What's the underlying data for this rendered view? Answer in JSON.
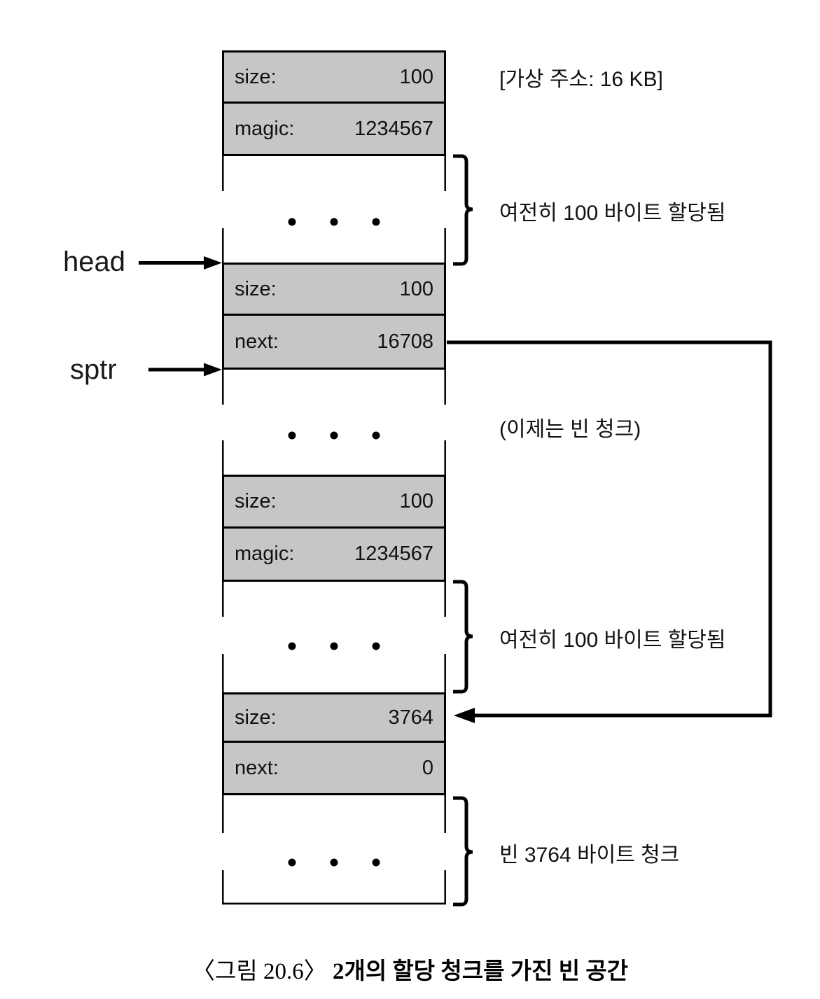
{
  "pointers": {
    "head_label": "head",
    "sptr_label": "sptr"
  },
  "memory_blocks": {
    "rows": [
      {
        "label": "size:",
        "value": "100"
      },
      {
        "label": "magic:",
        "value": "1234567"
      },
      {
        "label": "size:",
        "value": "100"
      },
      {
        "label": "next:",
        "value": "16708"
      },
      {
        "label": "size:",
        "value": "100"
      },
      {
        "label": "magic:",
        "value": "1234567"
      },
      {
        "label": "size:",
        "value": "3764"
      },
      {
        "label": "next:",
        "value": "0"
      }
    ],
    "ellipsis_marker": "• • •"
  },
  "annotations": {
    "virtual_address": "[가상 주소: 16 KB]",
    "still_allocated_top": "여전히 100 바이트 할당됨",
    "now_free_chunk": "(이제는 빈 청크)",
    "still_allocated_bottom": "여전히 100 바이트 할당됨",
    "free_3764_chunk": "빈 3764 바이트 청크"
  },
  "caption": {
    "prefix": "〈그림 20.6〉",
    "title": "2개의 할당 청크를 가진 빈 공간"
  },
  "colors": {
    "block_fill": "#c6c6c6",
    "line": "#000000",
    "background": "#ffffff"
  }
}
